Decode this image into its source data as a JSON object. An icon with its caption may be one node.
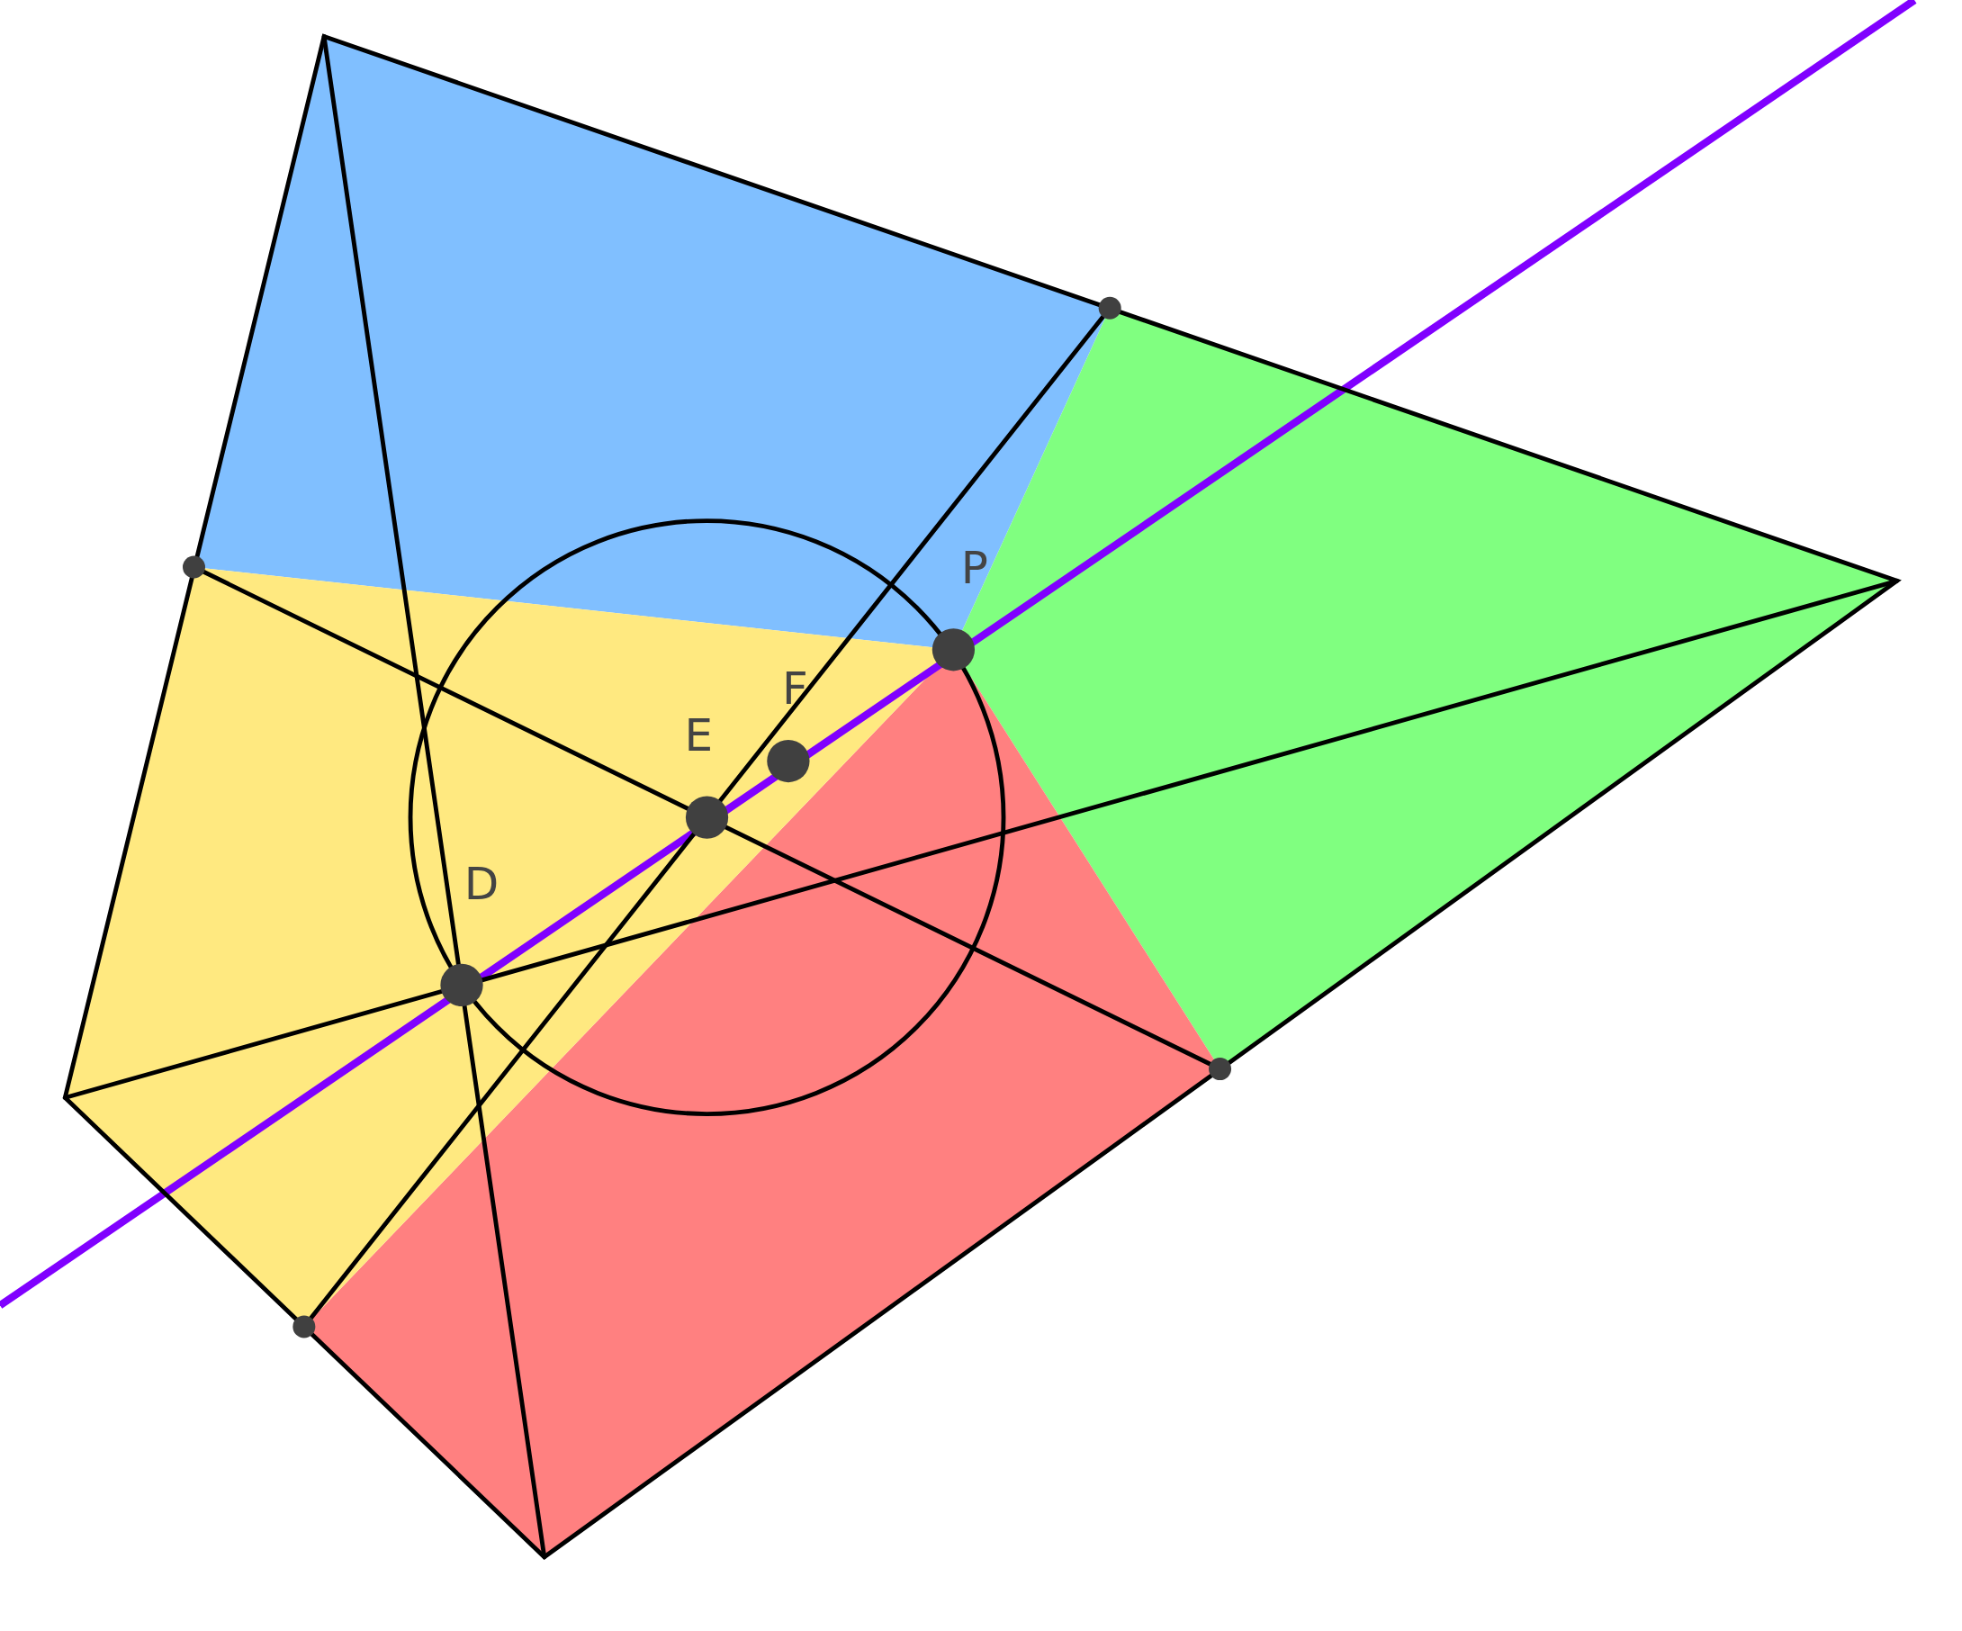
{
  "diagram": {
    "labels": [
      "P",
      "F",
      "E",
      "D"
    ]
  }
}
